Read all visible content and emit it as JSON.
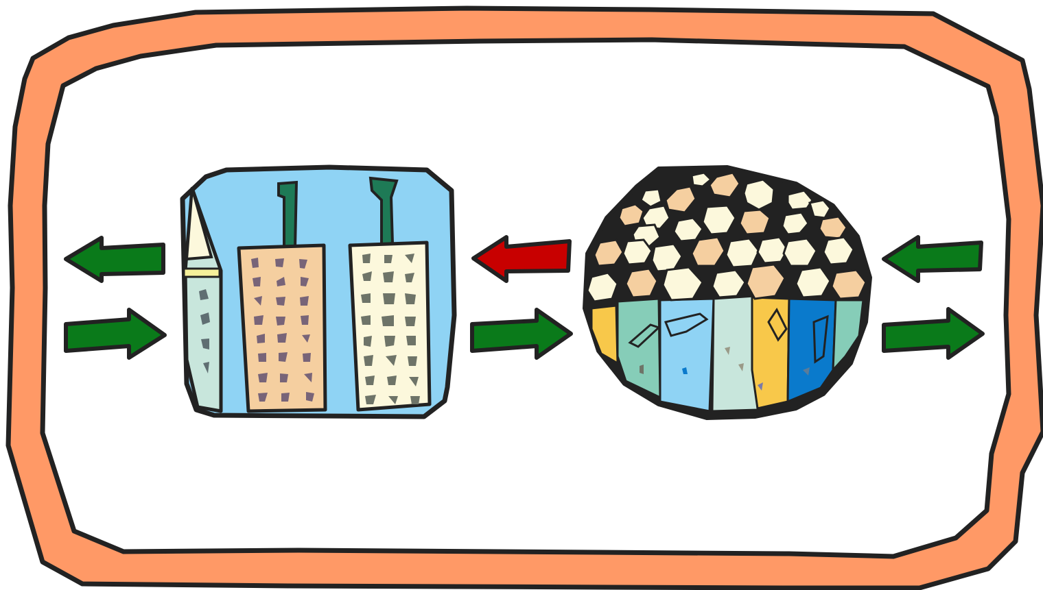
{
  "illustration": {
    "icons": [
      "city-buildings-icon",
      "crowd-of-people-icon"
    ],
    "arrows": [
      {
        "name": "arrow-left-outer",
        "direction": "left",
        "color": "green"
      },
      {
        "name": "arrow-right-outer",
        "direction": "right",
        "color": "green"
      },
      {
        "name": "arrow-left-middle",
        "direction": "left",
        "color": "red"
      },
      {
        "name": "arrow-right-middle",
        "direction": "right",
        "color": "green"
      },
      {
        "name": "arrow-left-far",
        "direction": "left",
        "color": "green"
      },
      {
        "name": "arrow-right-far",
        "direction": "right",
        "color": "green"
      }
    ]
  },
  "colors": {
    "frame": "#FF9966",
    "outline": "#222222",
    "arrow_green": "#0A7A1A",
    "arrow_red": "#C80000",
    "sky": "#8FD3F4",
    "building_light": "#C8E6DC",
    "building_tan": "#F5CFA0",
    "building_cream": "#FCF8DC",
    "window": "#786478",
    "window_gray": "#6E7468",
    "face_cream": "#FCF8DC",
    "face_tan": "#F5CFA0"
  }
}
